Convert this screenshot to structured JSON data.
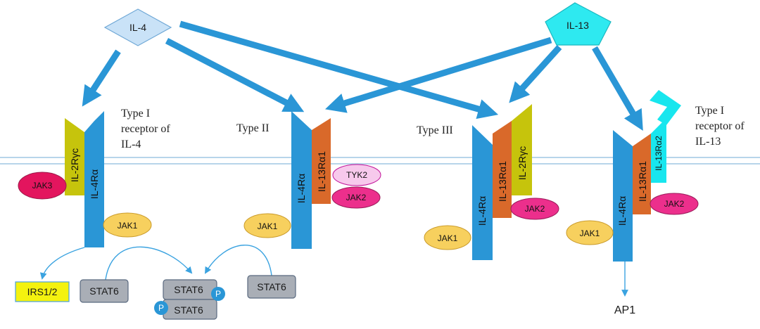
{
  "ligands": {
    "il4": "IL-4",
    "il13": "IL-13"
  },
  "receptors": {
    "type1_il4": {
      "caption": [
        "Type I",
        "receptor of",
        "IL-4"
      ],
      "chain_a": "IL-4Rα",
      "chain_b": "IL-2Rγc",
      "kinases": {
        "a": "JAK1",
        "b": "JAK3"
      }
    },
    "type2": {
      "caption": "Type II",
      "chain_a": "IL-4Rα",
      "chain_b": "IL-13Rα1",
      "kinases": {
        "a": "JAK1",
        "b1": "TYK2",
        "b2": "JAK2"
      }
    },
    "type3": {
      "caption": "Type III",
      "chain_a": "IL-4Rα",
      "chain_b": "IL-13Rα1",
      "chain_c": "IL-2Rγc",
      "kinases": {
        "a": "JAK1",
        "b": "JAK2"
      }
    },
    "type1_il13": {
      "caption": [
        "Type I",
        "receptor of",
        "IL-13"
      ],
      "chain_a": "IL-4Rα",
      "chain_b": "IL-13Rα1",
      "chain_c": "IL-13Rα2",
      "kinases": {
        "a": "JAK1",
        "b": "JAK2"
      }
    }
  },
  "signaling": {
    "irs": "IRS1/2",
    "stat6_left": "STAT6",
    "stat6_right": "STAT6",
    "stat6_dimer_top": "STAT6",
    "stat6_dimer_bottom": "STAT6",
    "phospho": "P",
    "ap1": "AP1"
  },
  "colors": {
    "il4_alpha": "#2a96d6",
    "il13_alpha1": "#d9692a",
    "gamma_c": "#c6c40c",
    "il13_alpha2": "#18e6ee",
    "arrow": "#2a96d6",
    "jak1": "#f7d05e",
    "jak2": "#ec2f8c",
    "jak3": "#e3155e",
    "tyk2": "#f7c9ec",
    "irs_fill": "#f4f20f",
    "stat6_fill": "#a9aeb6",
    "phospho": "#2a96d6",
    "il4_ligand": "#c9e2f7",
    "il13_ligand": "#2ee9f0",
    "membrane": "#9fc7e4"
  }
}
